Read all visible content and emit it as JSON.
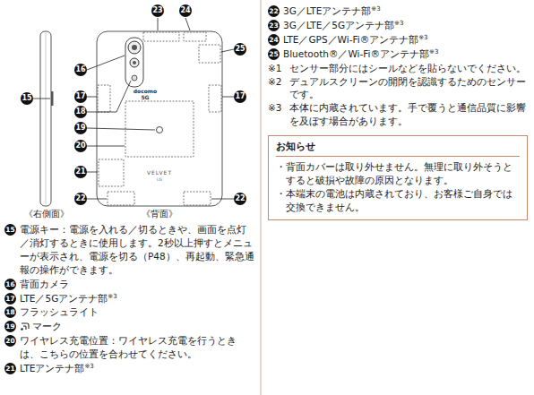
{
  "diagram": {
    "nodes": [
      {
        "text": [
          "お知らせ",
          "・背面カバーは取り外せません。無理に取り外そうとすると破損や故障の原因となります。",
          "・本端末の電池は内蔵されており、お客様ご自身では交換できません。"
        ]
      }
    ],
    "labels": [
      "23",
      "24",
      "25",
      "16",
      "17",
      "17",
      "18",
      "19",
      "20",
      "21",
      "22",
      "22",
      "15",
      "docomo",
      "5G",
      "VELVET",
      "LG",
      "《右側面》",
      "《背面》",
      "15",
      "電源キー：電源を入れる／切るときや、画面を点灯／消灯するときに使用します。2秒以上押すとメニューが表示され、電源を切る（P48）、再起動、緊急通報の操作ができます。",
      "16",
      "背面カメラ",
      "17",
      "LTE／5Gアンテナ部",
      "※3",
      "18",
      "フラッシュライト",
      "19",
      "マーク",
      "20",
      "ワイヤレス充電位置：ワイヤレス充電を行うときは、こちらの位置を合わせてください。",
      "21",
      "LTEアンテナ部",
      "※3",
      "22",
      "3G／LTEアンテナ部",
      "※3",
      "23",
      "3G／LTE／5Gアンテナ部",
      "※3",
      "24",
      "LTE／GPS／Wi-Fi®アンテナ部",
      "※3",
      "25",
      "Bluetooth®／Wi-Fi®アンテナ部",
      "※3",
      "※1",
      "センサー部分にはシールなどを貼らないでください。",
      "※2",
      "デュアルスクリーンの開閉を認識するためのセンサーです。",
      "※3",
      "本体に内蔵されています。手で覆うと通信品質に影響を及ぼす場合があります。"
    ]
  }
}
